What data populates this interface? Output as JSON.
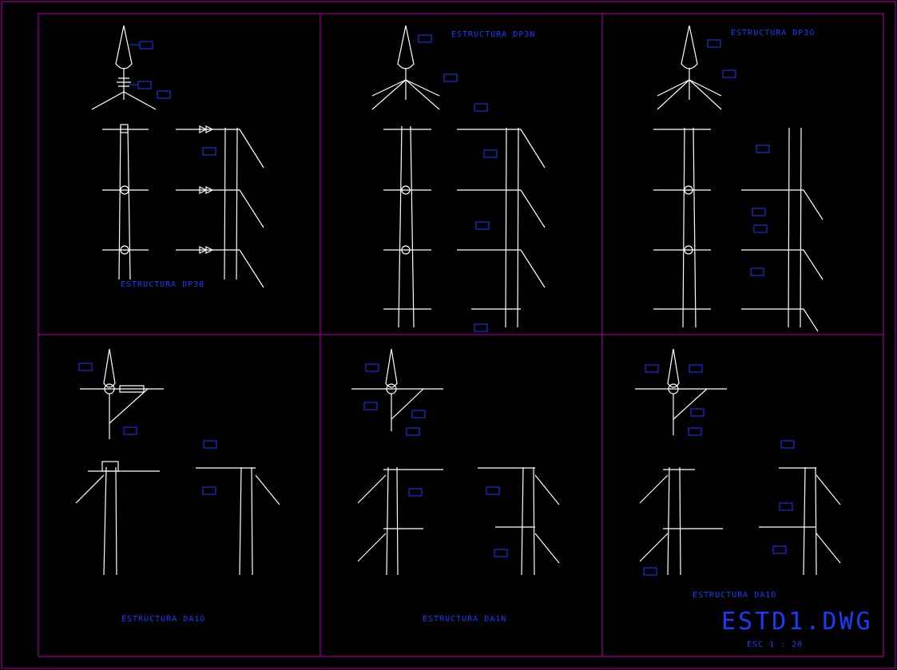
{
  "titles": {
    "top_left": "ESTRUCTURA DP30",
    "top_middle": "ESTRUCTURA DP3N",
    "top_right": "ESTRUCTURA DP3O",
    "bottom_left": "ESTRUCTURA DA1O",
    "bottom_middle": "ESTRUCTURA DA1N",
    "bottom_right": "ESTRUCTURA DA1O"
  },
  "title_block": {
    "drawing_name": "ESTD1.DWG",
    "scale": "ESC  1 : 20"
  },
  "colors": {
    "background": "#000000",
    "frame": "#b400b4",
    "geometry": "#ffffff",
    "annotation": "#1a3cff"
  }
}
